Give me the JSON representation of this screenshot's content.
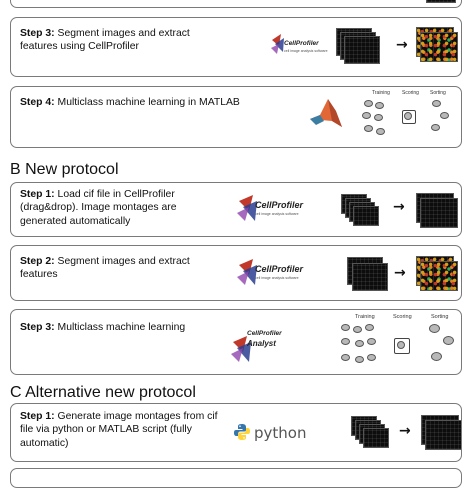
{
  "sectionA_steps": [
    {
      "label": "Step 3:",
      "text": " Segment images and extract features using CellProfiler"
    },
    {
      "label": "Step 4:",
      "text": " Multiclass machine learning in MATLAB"
    }
  ],
  "sectionB": {
    "title": "B New protocol",
    "steps": [
      {
        "label": "Step 1:",
        "text": " Load cif file in CellProfiler (drag&drop). Image montages are generated automatically"
      },
      {
        "label": "Step 2:",
        "text": " Segment images and extract features"
      },
      {
        "label": "Step 3:",
        "text": " Multiclass machine learning"
      }
    ]
  },
  "sectionC": {
    "title": "C Alternative new protocol",
    "steps": [
      {
        "label": "Step 1:",
        "text": " Generate image montages from cif file via python or MATLAB script (fully automatic)"
      }
    ]
  },
  "logos": {
    "cellprofiler": "CellProfiler",
    "cellprofiler_sub": "cell image analysis software",
    "cpa_line1": "CellProfiler",
    "cpa_line2": "Analyst",
    "python": "python"
  },
  "ml_panel_headers": [
    "Training",
    "Scoring",
    "Sorting"
  ],
  "arrow": "→",
  "colors": {
    "border": "#7a7a7a",
    "python_blue": "#3776ab",
    "python_yellow": "#ffd43b",
    "matlab_orange": "#e16737"
  }
}
